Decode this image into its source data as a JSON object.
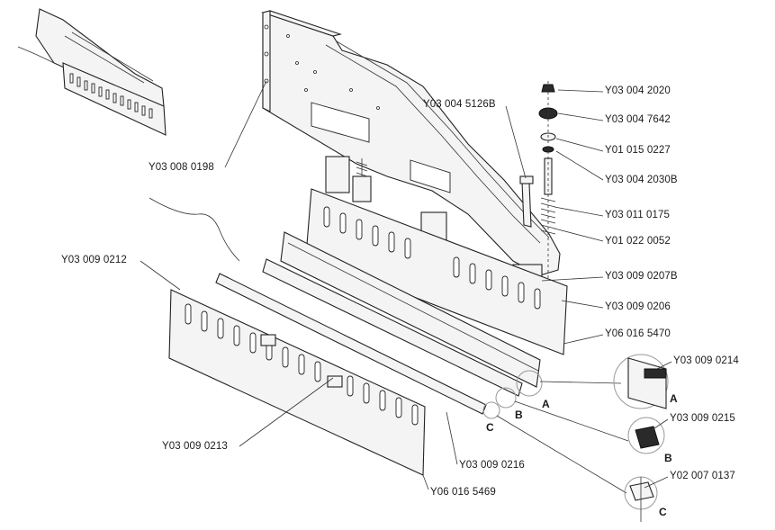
{
  "labels": {
    "top_frame": "Y03 008 0198",
    "bolt_left": "Y03 004 5126B",
    "nut_top": "Y03 004 2020",
    "washer_1": "Y03 004 7642",
    "washer_2": "Y01 015 0227",
    "shaft": "Y03 004 2030B",
    "spring_1": "Y03 011 0175",
    "spring_2": "Y01 022 0052",
    "block_1": "Y03 009 0207B",
    "block_2": "Y03 009 0206",
    "comb_back": "Y06 016 5470",
    "detail_a_part": "Y03 009 0214",
    "detail_b_part": "Y03 009 0215",
    "detail_c_part": "Y02 007 0137",
    "comb_front_bracket": "Y03 009 0212",
    "comb_front": "Y03 009 0213",
    "strip": "Y03 009 0216",
    "comb_front_plate": "Y06 016 5469"
  },
  "details": {
    "a": "A",
    "b": "B",
    "c": "C"
  }
}
